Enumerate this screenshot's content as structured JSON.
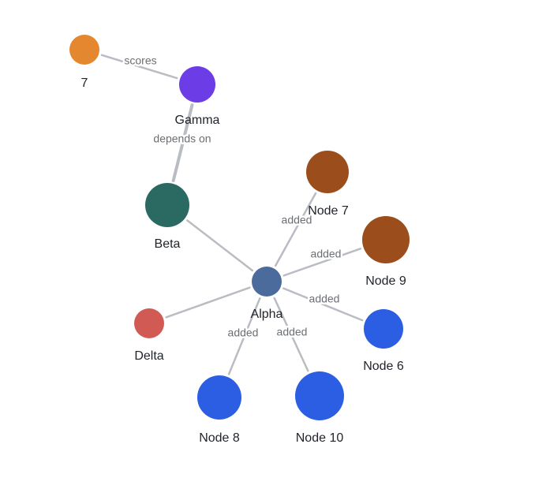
{
  "graph": {
    "nodes": [
      {
        "id": "n7",
        "label": "7",
        "color": "#e5872e"
      },
      {
        "id": "gamma",
        "label": "Gamma",
        "color": "#6c3ce6"
      },
      {
        "id": "beta",
        "label": "Beta",
        "color": "#2b6a63"
      },
      {
        "id": "alpha",
        "label": "Alpha",
        "color": "#4a6b9b"
      },
      {
        "id": "delta",
        "label": "Delta",
        "color": "#d25a55"
      },
      {
        "id": "node7",
        "label": "Node 7",
        "color": "#9c4d1c"
      },
      {
        "id": "node9",
        "label": "Node 9",
        "color": "#9c4d1c"
      },
      {
        "id": "node6",
        "label": "Node 6",
        "color": "#2c5ee3"
      },
      {
        "id": "node8",
        "label": "Node 8",
        "color": "#2c5ee3"
      },
      {
        "id": "node10",
        "label": "Node 10",
        "color": "#2c5ee3"
      }
    ],
    "edges": [
      {
        "source": "n7",
        "target": "gamma",
        "label": "scores"
      },
      {
        "source": "gamma",
        "target": "beta",
        "label": "depends on"
      },
      {
        "source": "beta",
        "target": "alpha",
        "label": ""
      },
      {
        "source": "delta",
        "target": "alpha",
        "label": ""
      },
      {
        "source": "alpha",
        "target": "node7",
        "label": "added"
      },
      {
        "source": "alpha",
        "target": "node9",
        "label": "added"
      },
      {
        "source": "alpha",
        "target": "node6",
        "label": "added"
      },
      {
        "source": "alpha",
        "target": "node8",
        "label": "added"
      },
      {
        "source": "alpha",
        "target": "node10",
        "label": "added"
      }
    ]
  }
}
